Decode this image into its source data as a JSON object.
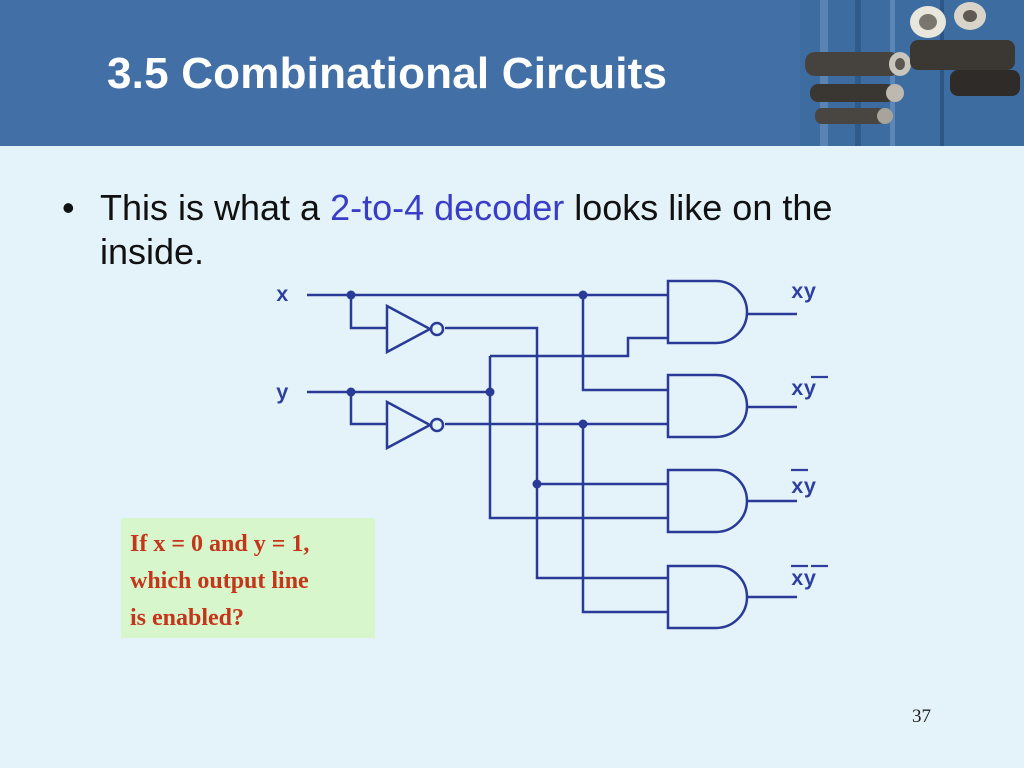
{
  "slide": {
    "title": "3.5 Combinational Circuits",
    "bullet_marker": "•",
    "bullet_text_before": "This is what a ",
    "bullet_highlight": "2-to-4 decoder",
    "bullet_text_after": " looks like on the inside.",
    "highlight_color": "#3a3ec7",
    "page_number": "37"
  },
  "callout": {
    "lines": [
      "If x = 0 and y = 1,",
      "which output line",
      "is enabled?"
    ],
    "text_color": "#c4361a",
    "background": "#d8f6cc"
  },
  "circuit": {
    "inputs": [
      "x",
      "y"
    ],
    "outputs": [
      "xy",
      "xy",
      "xy",
      "xy"
    ],
    "output_overlines": [
      {
        "x_bar": false,
        "y_bar": false
      },
      {
        "x_bar": false,
        "y_bar": true
      },
      {
        "x_bar": true,
        "y_bar": false
      },
      {
        "x_bar": true,
        "y_bar": true
      }
    ],
    "wire_color": "#2a3b97"
  },
  "colors": {
    "header": "#4270a6",
    "background": "#e4f3fa"
  }
}
